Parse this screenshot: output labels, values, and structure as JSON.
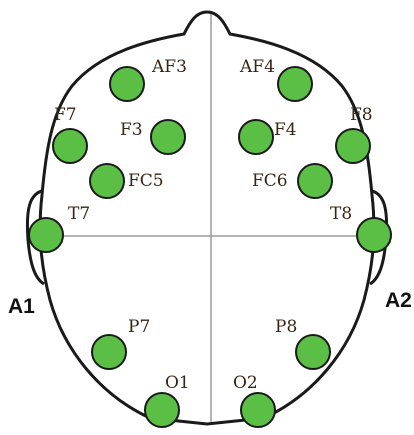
{
  "diagram": {
    "electrode_fill": "#5cbf45",
    "electrode_stroke": "#1a1a1a",
    "outline_color": "#1a1a1a",
    "midline_color": "#9a9a9a",
    "label_color": "#3a2414",
    "electrodes": [
      {
        "id": "AF3",
        "label": "AF3"
      },
      {
        "id": "AF4",
        "label": "AF4"
      },
      {
        "id": "F7",
        "label": "F7"
      },
      {
        "id": "F3",
        "label": "F3"
      },
      {
        "id": "F4",
        "label": "F4"
      },
      {
        "id": "F8",
        "label": "F8"
      },
      {
        "id": "FC5",
        "label": "FC5"
      },
      {
        "id": "FC6",
        "label": "FC6"
      },
      {
        "id": "T7",
        "label": "T7"
      },
      {
        "id": "T8",
        "label": "T8"
      },
      {
        "id": "P7",
        "label": "P7"
      },
      {
        "id": "P8",
        "label": "P8"
      },
      {
        "id": "O1",
        "label": "O1"
      },
      {
        "id": "O2",
        "label": "O2"
      }
    ],
    "references": [
      {
        "id": "A1",
        "label": "A1"
      },
      {
        "id": "A2",
        "label": "A2"
      }
    ]
  }
}
